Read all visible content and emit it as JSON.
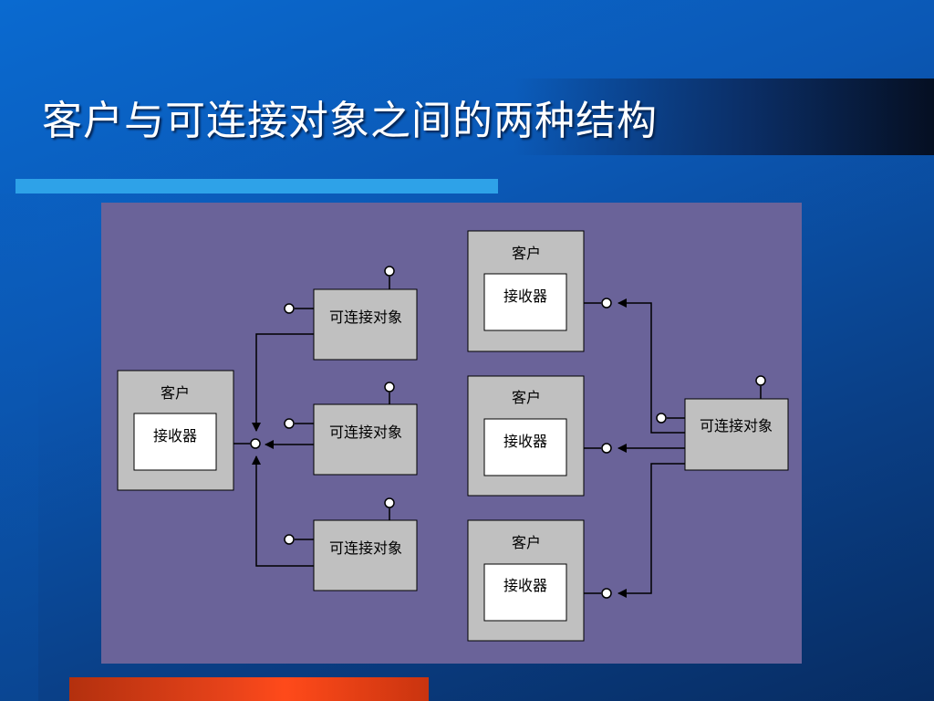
{
  "slide": {
    "title": "客户与可连接对象之间的两种结构"
  },
  "diagram": {
    "left": {
      "client_label": "客户",
      "receiver_label": "接收器",
      "objects": [
        "可连接对象",
        "可连接对象",
        "可连接对象"
      ]
    },
    "right": {
      "clients": [
        {
          "client_label": "客户",
          "receiver_label": "接收器"
        },
        {
          "client_label": "客户",
          "receiver_label": "接收器"
        },
        {
          "client_label": "客户",
          "receiver_label": "接收器"
        }
      ],
      "object_label": "可连接对象"
    }
  },
  "colors": {
    "background": "#0b58b5",
    "panel": "#6a6399",
    "box_fill": "#c0c0c0",
    "inner_fill": "#ffffff",
    "underline": "#2ea2e8",
    "accent_bar": "#ff4a1a"
  }
}
